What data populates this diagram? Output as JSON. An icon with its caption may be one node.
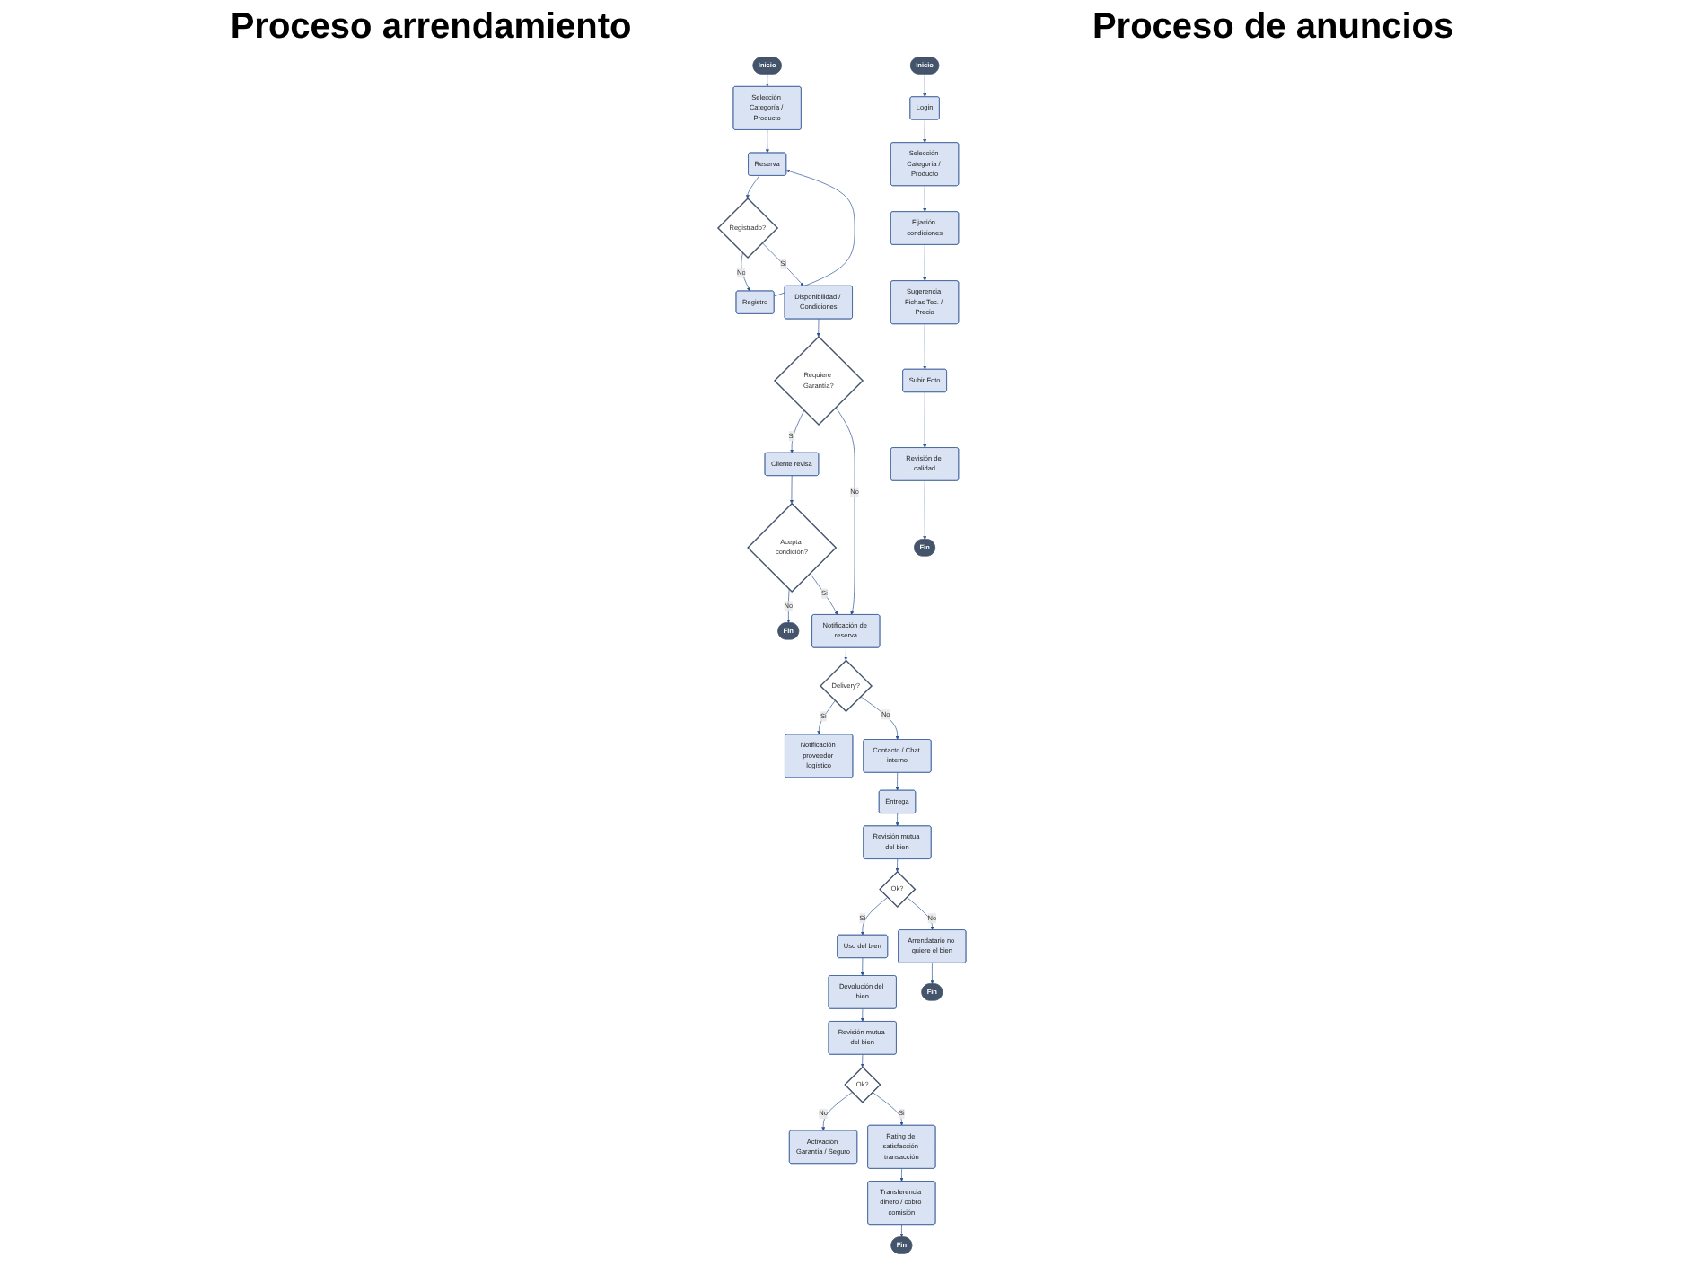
{
  "diagram": {
    "nodes": [
      {
        "text": [
          "Inicio"
        ]
      },
      {
        "text": [
          "Selección Categoría / Producto"
        ]
      },
      {
        "text": [
          "Reserva"
        ]
      },
      {
        "text": [
          "Registrado?"
        ]
      },
      {
        "text": [
          "Registro"
        ]
      },
      {
        "text": [
          "Fin"
        ]
      },
      {
        "text": [
          "Disponibilidad / Condiciones"
        ]
      },
      {
        "text": [
          "Notificación proveedor logístico"
        ]
      },
      {
        "text": [
          "Acepta condición?"
        ]
      },
      {
        "text": [
          "Cliente revisa"
        ]
      },
      {
        "text": [
          "Requiere Garantía?"
        ]
      },
      {
        "text": [
          "Notificación de reserva"
        ]
      },
      {
        "text": [
          "Delivery?"
        ]
      },
      {
        "text": [
          "Contacto / Chat interno"
        ]
      },
      {
        "text": [
          "Fin"
        ]
      },
      {
        "text": [
          "Arrendatario no quiere el bien"
        ]
      },
      {
        "text": [
          "Entrega"
        ]
      },
      {
        "text": [
          "Devolución del bien"
        ]
      },
      {
        "text": [
          "Uso del bien"
        ]
      },
      {
        "text": [
          "Ok?"
        ]
      },
      {
        "text": [
          "Revisión mutua del bien"
        ]
      },
      {
        "text": [
          "Revisión mutua del bien"
        ]
      },
      {
        "text": [
          "Ok?"
        ]
      },
      {
        "text": [
          "Activación Garantía / Seguro"
        ]
      },
      {
        "text": [
          "Rating de satisfacción transacción"
        ]
      },
      {
        "text": [
          "Transferencia dinero / cobro comisión"
        ]
      },
      {
        "text": [
          "Fin"
        ]
      },
      {
        "text": [
          "Inicio"
        ]
      },
      {
        "text": [
          "Login"
        ]
      },
      {
        "text": [
          "Selección Categoría / Producto"
        ]
      },
      {
        "text": [
          "Fijación condiciones"
        ]
      },
      {
        "text": [
          "Sugerencia Fichas Tec. / Precio"
        ]
      },
      {
        "text": [
          "Subir Foto"
        ]
      },
      {
        "text": [
          "Revisión de calidad"
        ]
      },
      {
        "text": [
          "Fin"
        ]
      }
    ],
    "edges": [
      {
        "from": 0,
        "to": 1,
        "arrow": "to"
      },
      {
        "from": 1,
        "to": 2,
        "arrow": "to"
      },
      {
        "from": 2,
        "to": 3,
        "arrow": "to"
      },
      {
        "from": 3,
        "to": 4,
        "label": "No",
        "arrow": "to"
      },
      {
        "from": 4,
        "to": 2,
        "arrow": "to"
      },
      {
        "from": 3,
        "to": 6,
        "label": "Si",
        "arrow": "to"
      },
      {
        "from": 6,
        "to": 10,
        "arrow": "to"
      },
      {
        "from": 10,
        "to": 9,
        "label": "Si",
        "arrow": "to"
      },
      {
        "from": 9,
        "to": 8,
        "arrow": "to"
      },
      {
        "from": 8,
        "to": 5,
        "label": "No",
        "arrow": "to"
      },
      {
        "from": 8,
        "to": 11,
        "label": "Si",
        "arrow": "to"
      },
      {
        "from": 10,
        "to": 11,
        "label": "No",
        "arrow": "to"
      },
      {
        "from": 11,
        "to": 12,
        "arrow": "to"
      },
      {
        "from": 12,
        "to": 7,
        "label": "Si",
        "arrow": "to"
      },
      {
        "from": 12,
        "to": 13,
        "label": "No",
        "arrow": "to"
      },
      {
        "from": 13,
        "to": 16,
        "arrow": "to"
      },
      {
        "from": 16,
        "to": 20,
        "arrow": "to"
      },
      {
        "from": 20,
        "to": 19,
        "arrow": "to"
      },
      {
        "from": 19,
        "to": 18,
        "label": "Si",
        "arrow": "to"
      },
      {
        "from": 19,
        "to": 15,
        "label": "No",
        "arrow": "to"
      },
      {
        "from": 15,
        "to": 14,
        "arrow": "to"
      },
      {
        "from": 18,
        "to": 17,
        "arrow": "to"
      },
      {
        "from": 17,
        "to": 21,
        "arrow": "to"
      },
      {
        "from": 21,
        "to": 22,
        "arrow": "to"
      },
      {
        "from": 22,
        "to": 23,
        "label": "No",
        "arrow": "to"
      },
      {
        "from": 22,
        "to": 24,
        "label": "Si",
        "arrow": "to"
      },
      {
        "from": 24,
        "to": 25,
        "arrow": "to"
      },
      {
        "from": 25,
        "to": 26,
        "arrow": "to"
      },
      {
        "from": 27,
        "to": 28,
        "arrow": "to"
      },
      {
        "from": 28,
        "to": 29,
        "arrow": "to"
      },
      {
        "from": 29,
        "to": 30,
        "arrow": "to"
      },
      {
        "from": 30,
        "to": 31,
        "arrow": "to"
      },
      {
        "from": 31,
        "to": 32,
        "arrow": "to"
      },
      {
        "from": 32,
        "to": 33,
        "arrow": "to"
      },
      {
        "from": 33,
        "to": 34,
        "arrow": "to"
      }
    ],
    "labels": [
      "Proceso arrendamiento",
      "Proceso de anuncios"
    ]
  }
}
